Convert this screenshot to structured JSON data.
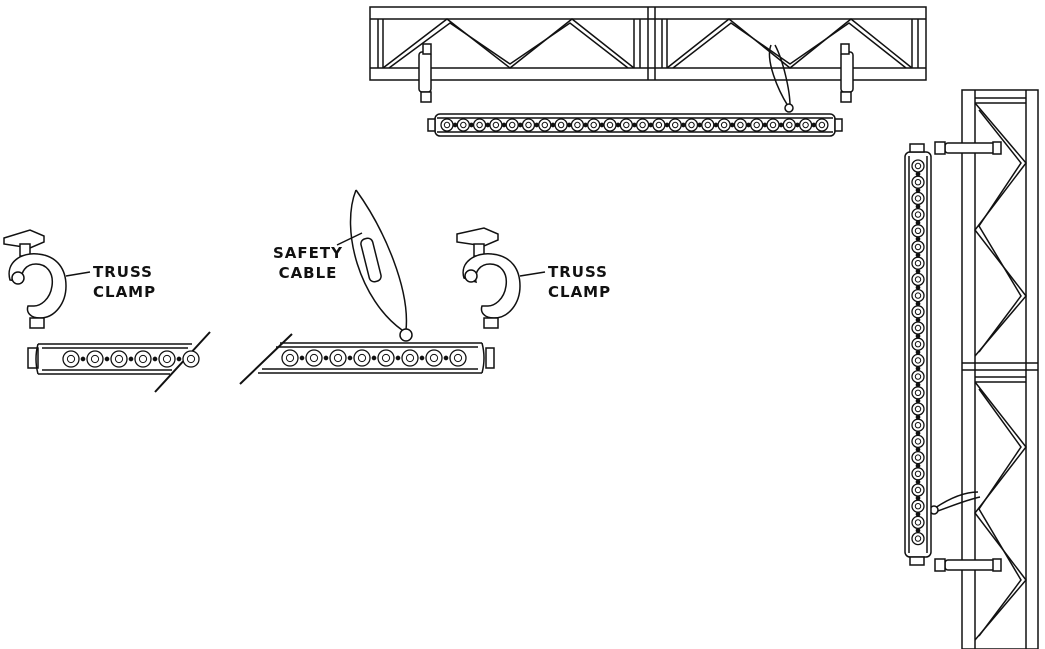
{
  "labels": {
    "truss_clamp_left": {
      "line1": "TRUSS",
      "line2": "CLAMP"
    },
    "safety_cable": {
      "line1": "SAFETY",
      "line2": "CABLE"
    },
    "truss_clamp_right": {
      "line1": "TRUSS",
      "line2": "CLAMP"
    }
  },
  "colors": {
    "stroke": "#111111",
    "background": "#ffffff"
  }
}
